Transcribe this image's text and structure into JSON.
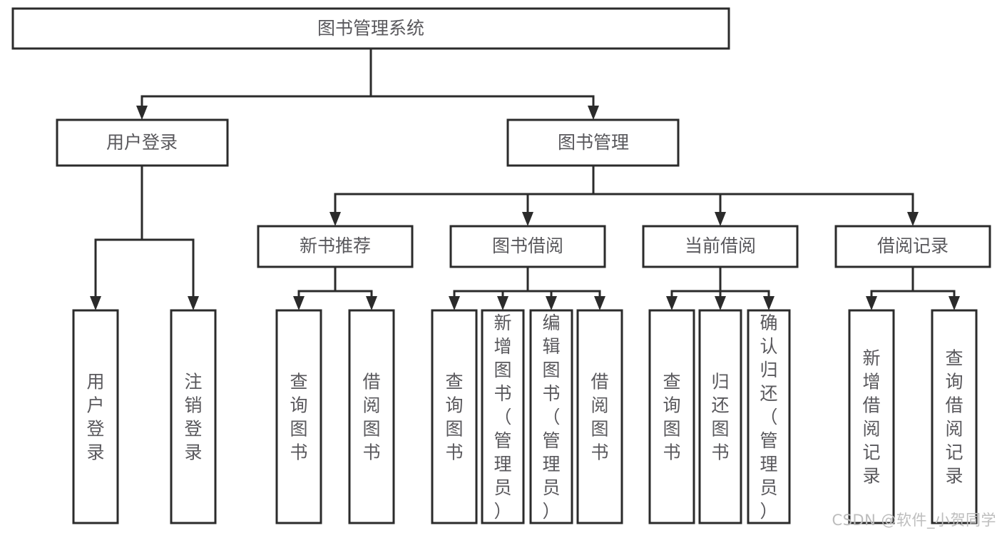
{
  "diagram": {
    "title": "图书管理系统",
    "type": "hierarchy-tree",
    "orientation": "top-down",
    "style": {
      "box_fill": "#ffffff",
      "box_stroke": "#2b2b2b",
      "text_color": "#59585c",
      "background": "#ffffff",
      "watermark_color": "#bdbdbd"
    },
    "levels": [
      {
        "level": 1,
        "nodes": [
          {
            "id": "root",
            "label": "图书管理系统",
            "orientation": "horizontal"
          }
        ]
      },
      {
        "level": 2,
        "nodes": [
          {
            "id": "login",
            "label": "用户登录",
            "orientation": "horizontal",
            "parent": "root"
          },
          {
            "id": "bookmgmt",
            "label": "图书管理",
            "orientation": "horizontal",
            "parent": "root"
          }
        ]
      },
      {
        "level": 3,
        "nodes": [
          {
            "id": "newbook",
            "label": "新书推荐",
            "orientation": "horizontal",
            "parent": "bookmgmt"
          },
          {
            "id": "borrow",
            "label": "图书借阅",
            "orientation": "horizontal",
            "parent": "bookmgmt"
          },
          {
            "id": "current",
            "label": "当前借阅",
            "orientation": "horizontal",
            "parent": "bookmgmt"
          },
          {
            "id": "records",
            "label": "借阅记录",
            "orientation": "horizontal",
            "parent": "bookmgmt"
          }
        ]
      },
      {
        "level": 4,
        "nodes": [
          {
            "id": "leaf-1",
            "label": "用户登录",
            "orientation": "vertical",
            "parent": "login"
          },
          {
            "id": "leaf-2",
            "label": "注销登录",
            "orientation": "vertical",
            "parent": "login"
          },
          {
            "id": "leaf-3",
            "label": "查询图书",
            "orientation": "vertical",
            "parent": "newbook"
          },
          {
            "id": "leaf-4",
            "label": "借阅图书",
            "orientation": "vertical",
            "parent": "newbook"
          },
          {
            "id": "leaf-5",
            "label": "查询图书",
            "orientation": "vertical",
            "parent": "borrow"
          },
          {
            "id": "leaf-6",
            "label": "新增图书（管理员）",
            "orientation": "vertical",
            "parent": "borrow"
          },
          {
            "id": "leaf-7",
            "label": "编辑图书（管理员）",
            "orientation": "vertical",
            "parent": "borrow"
          },
          {
            "id": "leaf-8",
            "label": "借阅图书",
            "orientation": "vertical",
            "parent": "borrow"
          },
          {
            "id": "leaf-9",
            "label": "查询图书",
            "orientation": "vertical",
            "parent": "current"
          },
          {
            "id": "leaf-10",
            "label": "归还图书",
            "orientation": "vertical",
            "parent": "current"
          },
          {
            "id": "leaf-11",
            "label": "确认归还（管理员）",
            "orientation": "vertical",
            "parent": "current"
          },
          {
            "id": "leaf-12",
            "label": "新增借阅记录",
            "orientation": "vertical",
            "parent": "records"
          },
          {
            "id": "leaf-13",
            "label": "查询借阅记录",
            "orientation": "vertical",
            "parent": "records"
          }
        ]
      }
    ]
  },
  "watermark": {
    "text": "CSDN @软件_小贺同学"
  }
}
